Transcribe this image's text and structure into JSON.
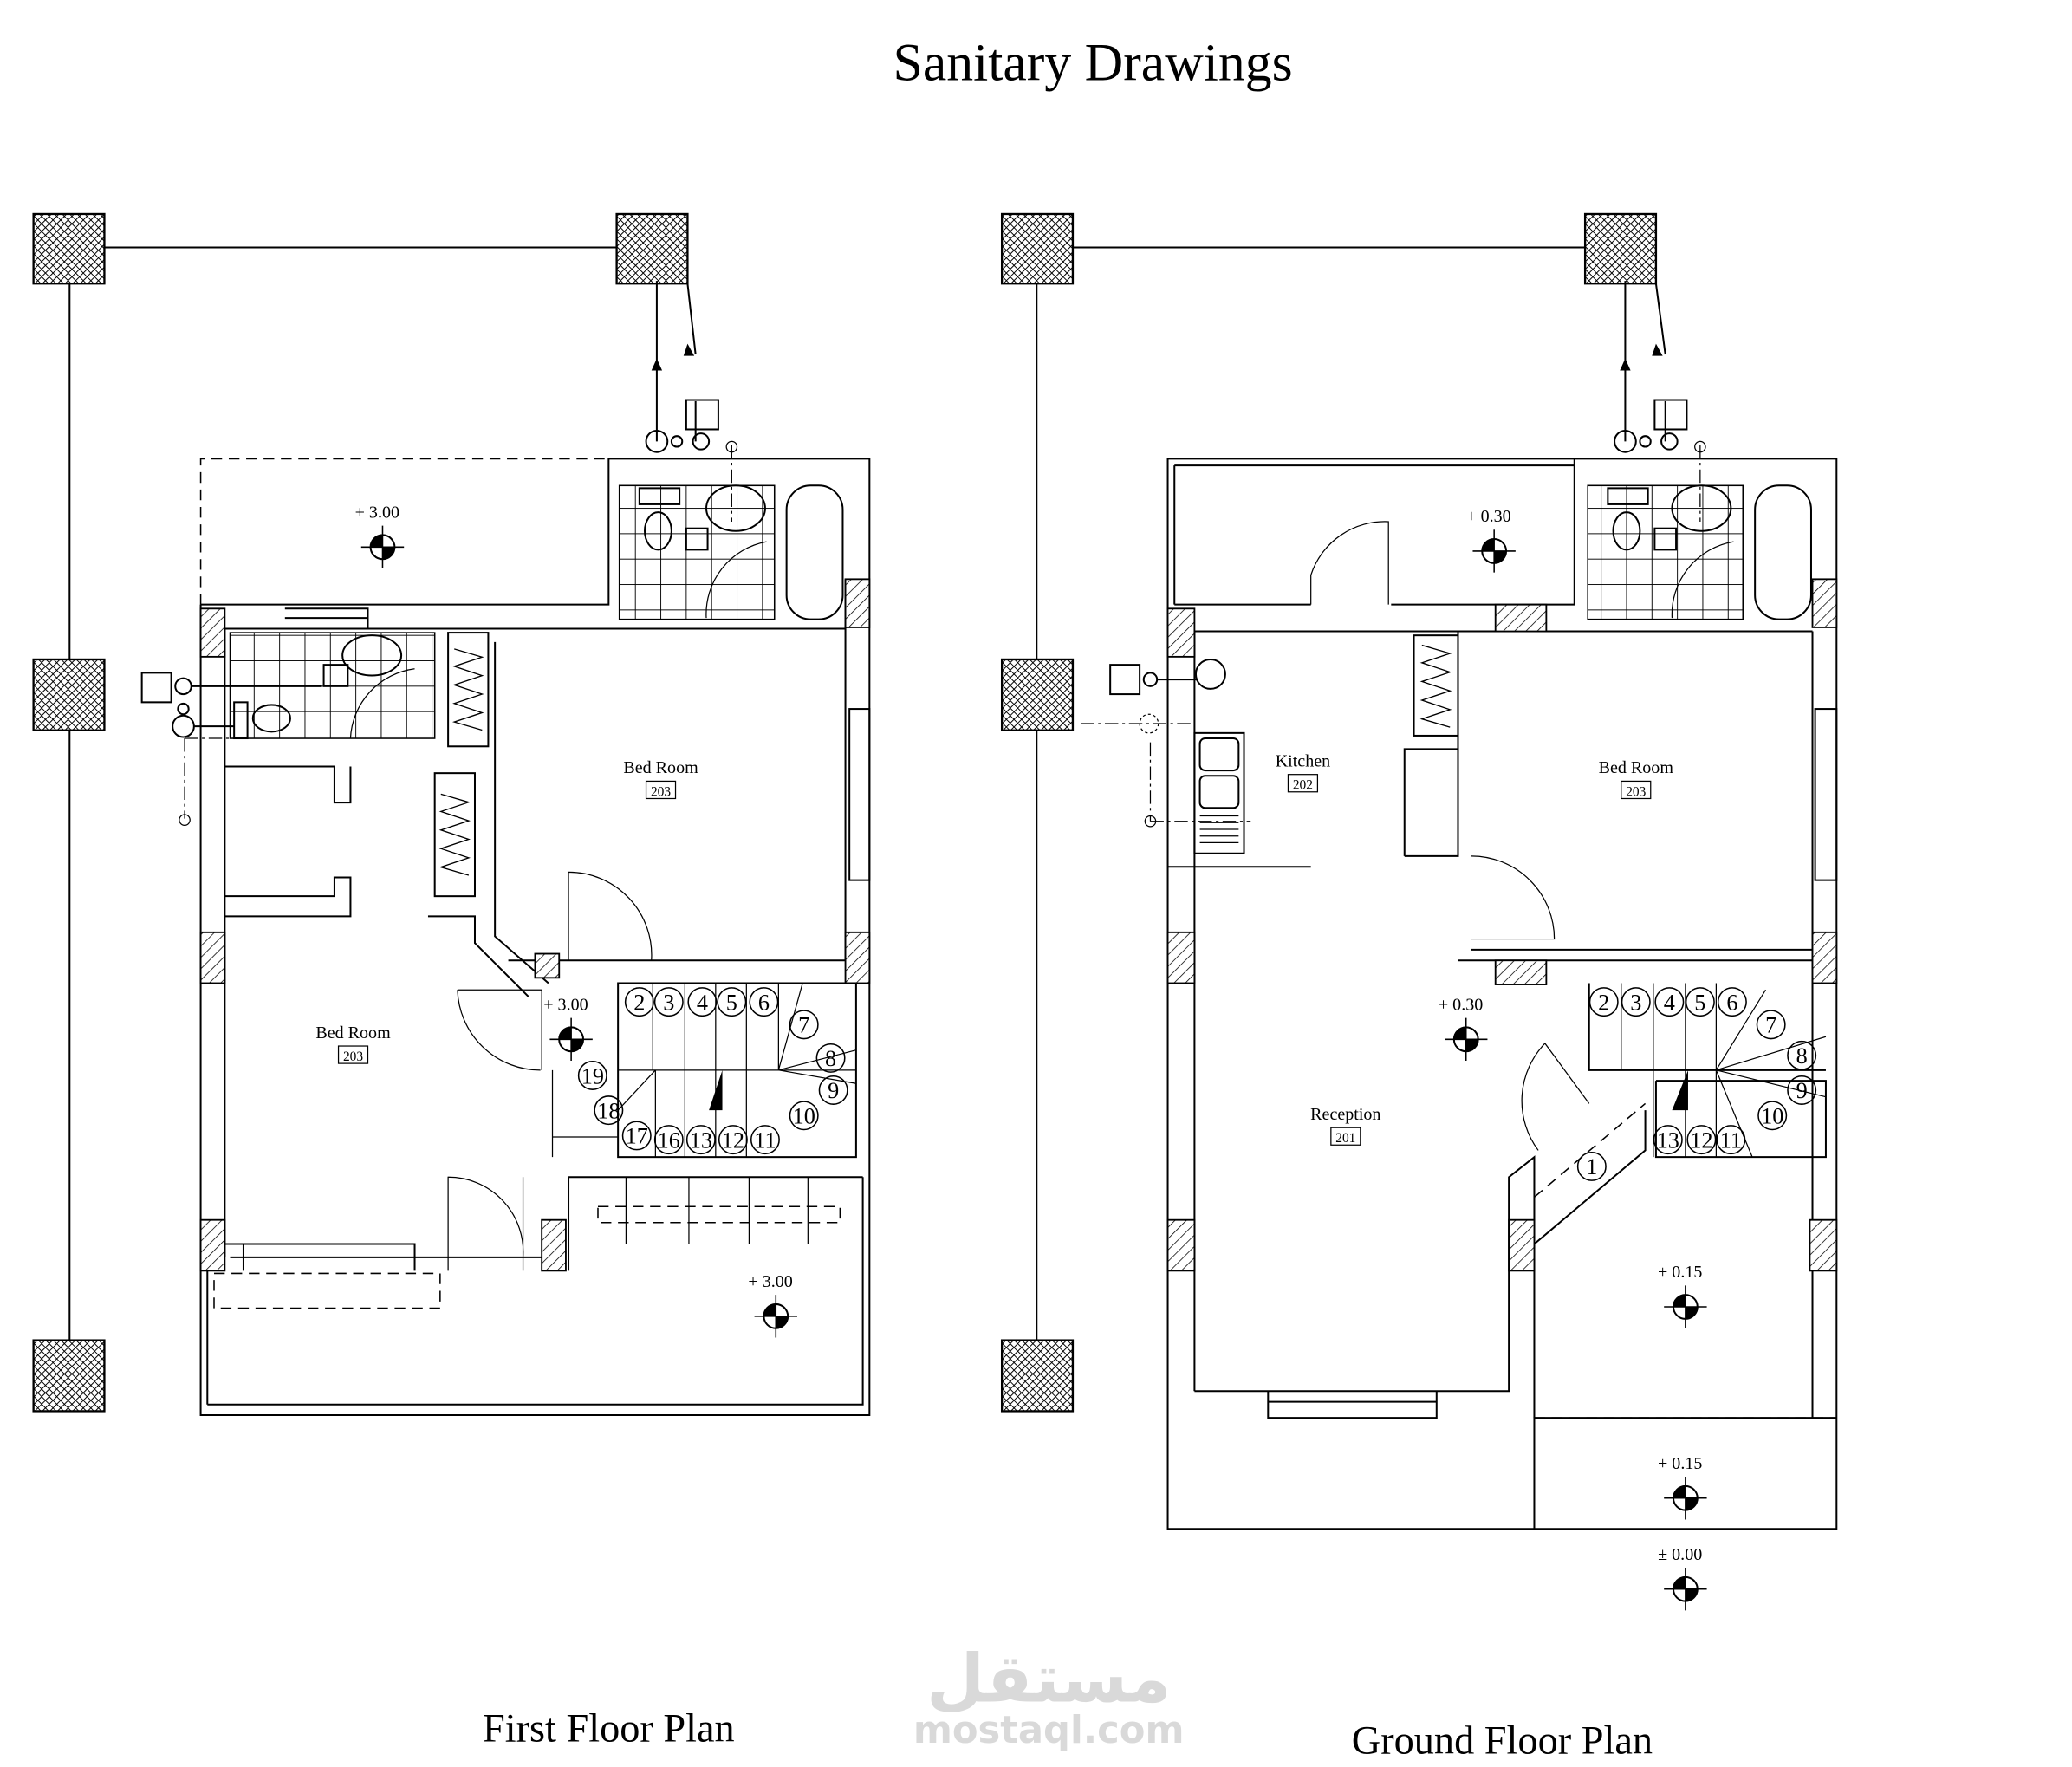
{
  "title": "Sanitary Drawings",
  "first_floor": {
    "caption": "First Floor Plan",
    "rooms": [
      {
        "name": "Bed Room",
        "number": "203"
      },
      {
        "name": "Bed Room",
        "number": "203"
      }
    ],
    "levels": [
      "+ 3.00",
      "+ 3.00",
      "+ 3.00"
    ],
    "stair_steps": [
      "2",
      "3",
      "4",
      "5",
      "6",
      "7",
      "8",
      "9",
      "10",
      "11",
      "12",
      "13",
      "16",
      "17",
      "18",
      "19"
    ]
  },
  "ground_floor": {
    "caption": "Ground Floor Plan",
    "rooms": [
      {
        "name": "Kitchen",
        "number": "202"
      },
      {
        "name": "Bed Room",
        "number": "203"
      },
      {
        "name": "Reception",
        "number": "201"
      }
    ],
    "levels": [
      "+ 0.30",
      "+ 0.30",
      "+ 0.15",
      "+ 0.15",
      "± 0.00"
    ],
    "stair_steps": [
      "1",
      "2",
      "3",
      "4",
      "5",
      "6",
      "7",
      "8",
      "9",
      "10",
      "11",
      "12",
      "13"
    ]
  },
  "watermark": {
    "arabic": "مستقل",
    "latin": "mostaql.com"
  }
}
